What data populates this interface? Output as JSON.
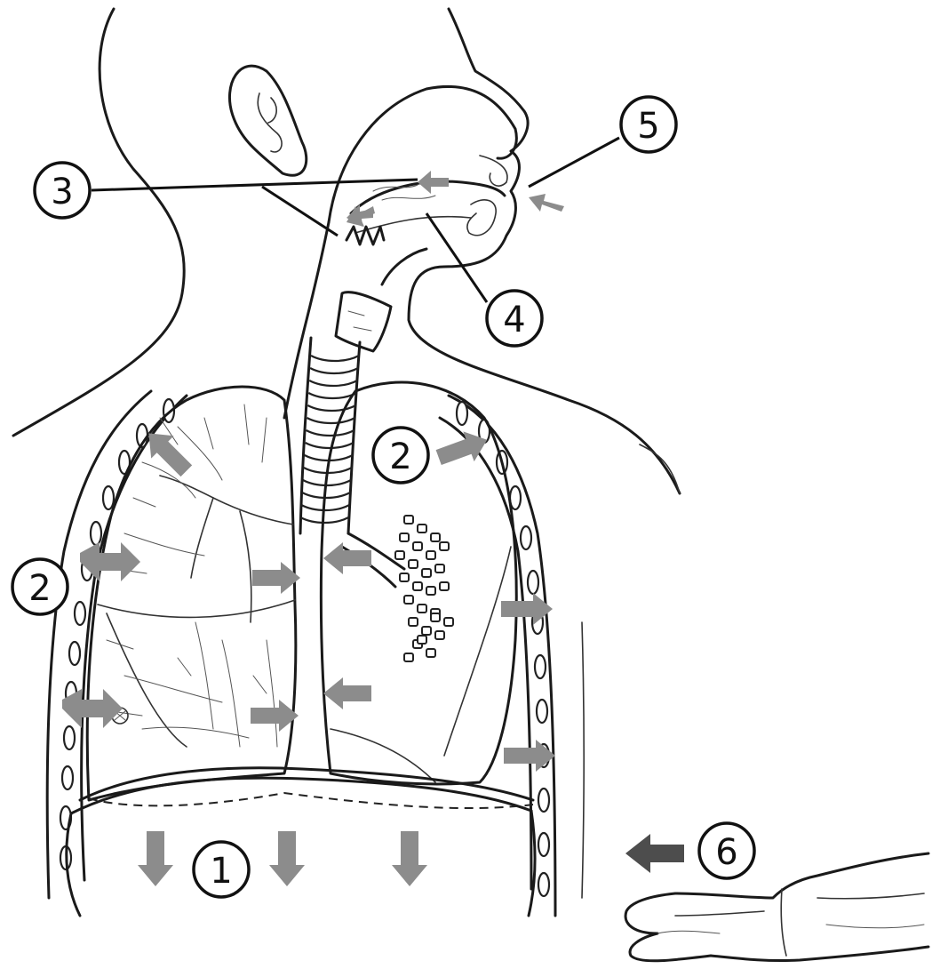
{
  "figure": {
    "callouts": [
      {
        "id": "c1",
        "label": "1"
      },
      {
        "id": "c2a",
        "label": "2"
      },
      {
        "id": "c2b",
        "label": "2"
      },
      {
        "id": "c3",
        "label": "3"
      },
      {
        "id": "c4",
        "label": "4"
      },
      {
        "id": "c5",
        "label": "5"
      },
      {
        "id": "c6",
        "label": "6"
      }
    ],
    "colors": {
      "line": "#1a1a1a",
      "arrow": "#8c8c8c",
      "arrow_dark": "#4d4d4d",
      "background": "#ffffff"
    }
  }
}
